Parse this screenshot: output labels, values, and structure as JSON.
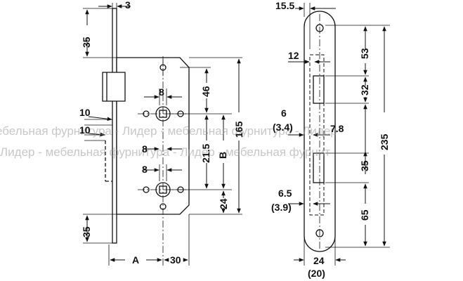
{
  "watermark": {
    "line1": "ебельная фурнитура - Лидер - мебельная фурнитура - Лидер",
    "line2": "Лидер - мебельная фурнитура - Лидер - мебельная фурнит"
  },
  "front_view": {
    "top_thickness": "3",
    "top_offset": "35",
    "bottom_offset": "35",
    "follower_square": "8",
    "cylinder_square": "8",
    "between_squares": "8",
    "left_dim_a": "10",
    "left_dim_b": "10",
    "vertical_gap": "46",
    "center_offset": "21.5",
    "backset_label": "B",
    "height": "165",
    "bottom_to_center": "24",
    "width_label": "A",
    "width_right": "30"
  },
  "side_view": {
    "plate_width": "15.5",
    "top_bolt": "12",
    "latch_offset": "6",
    "latch_offset_alt": "(3.4)",
    "bolt_depth": "7.8",
    "lower_offset": "6.5",
    "lower_offset_alt": "(3.9)",
    "seg_top": "53",
    "seg_latch": "32",
    "seg_mid": "35",
    "seg_bottom": "65",
    "total_height": "235",
    "front_width": "24",
    "front_width_alt": "(20)"
  }
}
